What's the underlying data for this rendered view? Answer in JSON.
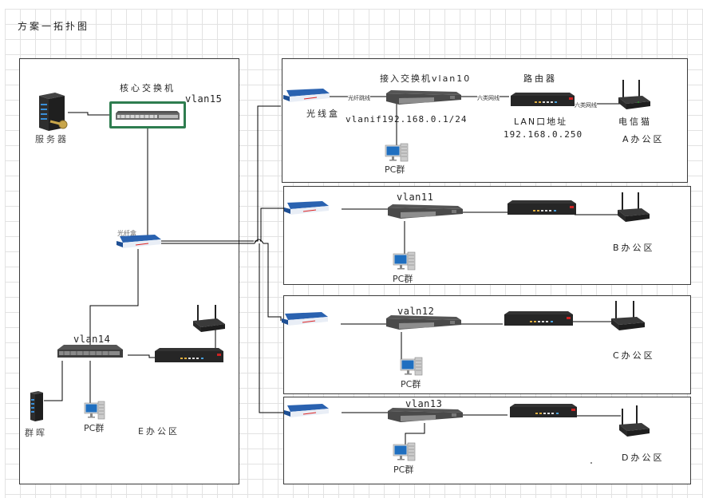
{
  "title": "方案一拓扑图",
  "colors": {
    "wire": "#000000",
    "zone_border": "#3a3a3a",
    "grid": "#e2e2e2",
    "core_highlight": "#2e7d4f",
    "fiber_box_blue": "#2a62b0",
    "device_dark": "#2b2b2b"
  },
  "core": {
    "label": "核心交换机",
    "vlan": "vlan15",
    "server_label": "服务器",
    "fiber_box_label": "光纤盒"
  },
  "zone_e": {
    "switch_vlan": "vlan14",
    "nas_label": "群晖",
    "pc_label": "PC群",
    "zone_label": "E办公区"
  },
  "zone_a": {
    "switch_label": "接入交换机vlan10",
    "router_label": "路由器",
    "fiber_box_label": "光线盒",
    "fiber_link_label": "光纤跳线",
    "cat6_label_1": "六类网线",
    "cat6_label_2": "六类网线",
    "vlanif": "vlanif192.168.0.1/24",
    "lan_port_label": "LAN口地址",
    "lan_ip": "192.168.0.250",
    "modem_label": "电信猫",
    "pc_label": "PC群",
    "zone_label": "A办公区"
  },
  "zone_b": {
    "switch_vlan": "vlan11",
    "pc_label": "PC群",
    "zone_label": "B办公区"
  },
  "zone_c": {
    "switch_vlan": "valn12",
    "pc_label": "PC群",
    "zone_label": "C办公区"
  },
  "zone_d": {
    "switch_vlan": "vlan13",
    "pc_label": "PC群",
    "zone_label": "D办公区"
  }
}
